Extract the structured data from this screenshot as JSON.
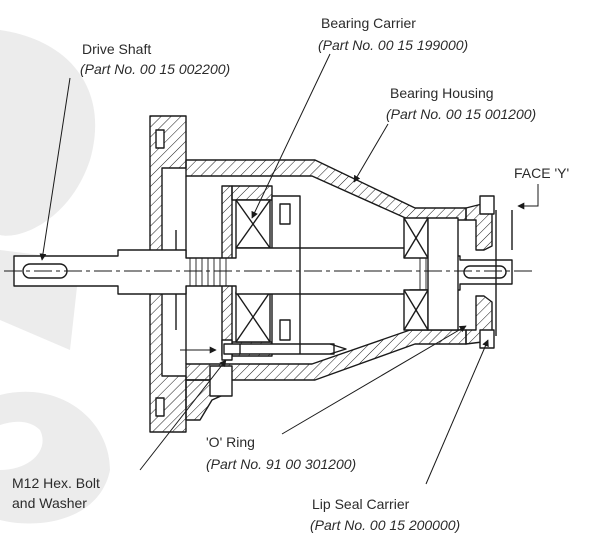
{
  "labels": {
    "drive_shaft": {
      "name": "Drive Shaft",
      "part": "(Part No. 00 15 002200)"
    },
    "bearing_carrier": {
      "name": "Bearing Carrier",
      "part": "(Part No. 00 15 199000)"
    },
    "bearing_housing": {
      "name": "Bearing Housing",
      "part": "(Part No. 00 15 001200)"
    },
    "face_y": {
      "name": "FACE 'Y'"
    },
    "o_ring": {
      "name": "'O' Ring",
      "part": "(Part No. 91 00 301200)"
    },
    "hex_bolt": {
      "line1": "M12 Hex. Bolt",
      "line2": "and Washer"
    },
    "lip_seal_carrier": {
      "name": "Lip Seal Carrier",
      "part": "(Part No. 00 15 200000)"
    }
  },
  "colors": {
    "line": "#1a1a1a",
    "watermark": "#e9e9e9",
    "text": "#2b2b2b"
  }
}
